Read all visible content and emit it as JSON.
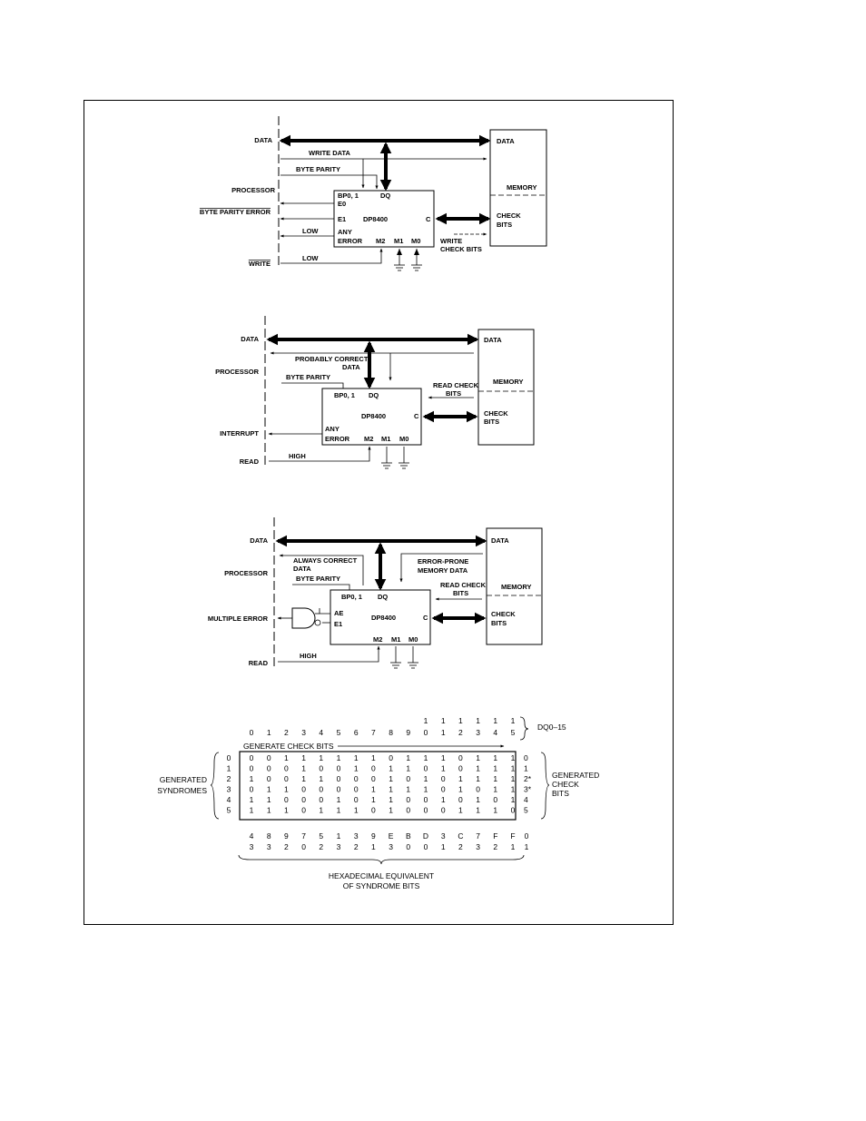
{
  "diagram1": {
    "labels": {
      "data": "DATA",
      "processor": "PROCESSOR",
      "byte_parity_error": "BYTE PARITY ERROR",
      "write": "WRITE",
      "write_data": "WRITE DATA",
      "byte_parity": "BYTE PARITY",
      "low1": "LOW",
      "low2": "LOW",
      "write_check_bits_1": "WRITE",
      "write_check_bits_2": "CHECK BITS"
    },
    "chip": {
      "name": "DP8400",
      "bp": "BP0, 1",
      "dq": "DQ",
      "e0": "E0",
      "e1": "E1",
      "any": "ANY",
      "error": "ERROR",
      "c": "C",
      "m2": "M2",
      "m1": "M1",
      "m0": "M0"
    },
    "memory": {
      "data": "DATA",
      "memory": "MEMORY",
      "check": "CHECK",
      "bits": "BITS"
    }
  },
  "diagram2": {
    "labels": {
      "data": "DATA",
      "processor": "PROCESSOR",
      "interrupt": "INTERRUPT",
      "read": "READ",
      "probably_correct_1": "PROBABLY CORRECT",
      "probably_correct_2": "DATA",
      "byte_parity": "BYTE PARITY",
      "high": "HIGH",
      "read_check_bits_1": "READ CHECK",
      "read_check_bits_2": "BITS"
    },
    "chip": {
      "name": "DP8400",
      "bp": "BP0, 1",
      "dq": "DQ",
      "any": "ANY",
      "error": "ERROR",
      "c": "C",
      "m2": "M2",
      "m1": "M1",
      "m0": "M0"
    },
    "memory": {
      "data": "DATA",
      "memory": "MEMORY",
      "check": "CHECK",
      "bits": "BITS"
    }
  },
  "diagram3": {
    "labels": {
      "data": "DATA",
      "processor": "PROCESSOR",
      "multiple_error": "MULTIPLE ERROR",
      "read": "READ",
      "always_correct_1": "ALWAYS CORRECT",
      "always_correct_2": "DATA",
      "byte_parity": "BYTE PARITY",
      "high": "HIGH",
      "error_prone_1": "ERROR-PRONE",
      "error_prone_2": "MEMORY DATA",
      "read_check_bits_1": "READ CHECK",
      "read_check_bits_2": "BITS"
    },
    "chip": {
      "name": "DP8400",
      "bp": "BP0, 1",
      "dq": "DQ",
      "ae": "AE",
      "e1": "E1",
      "c": "C",
      "m2": "M2",
      "m1": "M1",
      "m0": "M0"
    },
    "memory": {
      "data": "DATA",
      "memory": "MEMORY",
      "check": "CHECK",
      "bits": "BITS"
    }
  },
  "table": {
    "col_tens": [
      "",
      "",
      "",
      "",
      "",
      "",
      "",
      "",
      "",
      "",
      "1",
      "1",
      "1",
      "1",
      "1",
      "1"
    ],
    "col_units": [
      "0",
      "1",
      "2",
      "3",
      "4",
      "5",
      "6",
      "7",
      "8",
      "9",
      "0",
      "1",
      "2",
      "3",
      "4",
      "5"
    ],
    "dq_label": "DQ0–15",
    "generate_label": "GENERATE CHECK BITS",
    "row_labels": [
      "0",
      "1",
      "2",
      "3",
      "4",
      "5"
    ],
    "rows": [
      [
        "0",
        "0",
        "1",
        "1",
        "1",
        "1",
        "1",
        "1",
        "0",
        "1",
        "1",
        "1",
        "0",
        "1",
        "1",
        "1"
      ],
      [
        "0",
        "0",
        "0",
        "1",
        "0",
        "0",
        "1",
        "0",
        "1",
        "1",
        "0",
        "1",
        "0",
        "1",
        "1",
        "1"
      ],
      [
        "1",
        "0",
        "0",
        "1",
        "1",
        "0",
        "0",
        "0",
        "1",
        "0",
        "1",
        "0",
        "1",
        "1",
        "1",
        "1"
      ],
      [
        "0",
        "1",
        "1",
        "0",
        "0",
        "0",
        "0",
        "1",
        "1",
        "1",
        "1",
        "0",
        "1",
        "0",
        "1",
        "1"
      ],
      [
        "1",
        "1",
        "0",
        "0",
        "0",
        "1",
        "0",
        "1",
        "1",
        "0",
        "0",
        "1",
        "0",
        "1",
        "0",
        "1"
      ],
      [
        "1",
        "1",
        "1",
        "0",
        "1",
        "1",
        "1",
        "0",
        "1",
        "0",
        "0",
        "0",
        "1",
        "1",
        "1",
        "0"
      ]
    ],
    "right_col": [
      "0",
      "1",
      "2*",
      "3*",
      "4",
      "5"
    ],
    "hex_top": [
      "4",
      "8",
      "9",
      "7",
      "5",
      "1",
      "3",
      "9",
      "E",
      "B",
      "D",
      "3",
      "C",
      "7",
      "F",
      "F",
      "0"
    ],
    "hex_bottom": [
      "3",
      "3",
      "2",
      "0",
      "2",
      "3",
      "2",
      "1",
      "3",
      "0",
      "0",
      "1",
      "2",
      "3",
      "2",
      "1",
      "1"
    ],
    "generated_syndromes_1": "GENERATED",
    "generated_syndromes_2": "SYNDROMES",
    "generated_check_1": "GENERATED",
    "generated_check_2": "CHECK",
    "generated_check_3": "BITS",
    "hex_label_1": "HEXADECIMAL EQUIVALENT",
    "hex_label_2": "OF SYNDROME BITS"
  }
}
